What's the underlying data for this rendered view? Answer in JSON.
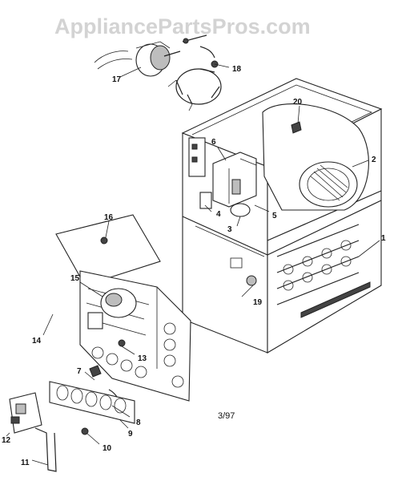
{
  "watermark": "AppliancePartsPros.com",
  "date_code": "3/97",
  "callouts": {
    "c1": "1",
    "c2": "2",
    "c3": "3",
    "c4": "4",
    "c5": "5",
    "c6": "6",
    "c7": "7",
    "c8": "8",
    "c9": "9",
    "c10": "10",
    "c11": "11",
    "c12": "12",
    "c13": "13",
    "c14": "14",
    "c15": "15",
    "c16": "16",
    "c17": "17",
    "c18": "18",
    "c19": "19",
    "c20": "20"
  }
}
